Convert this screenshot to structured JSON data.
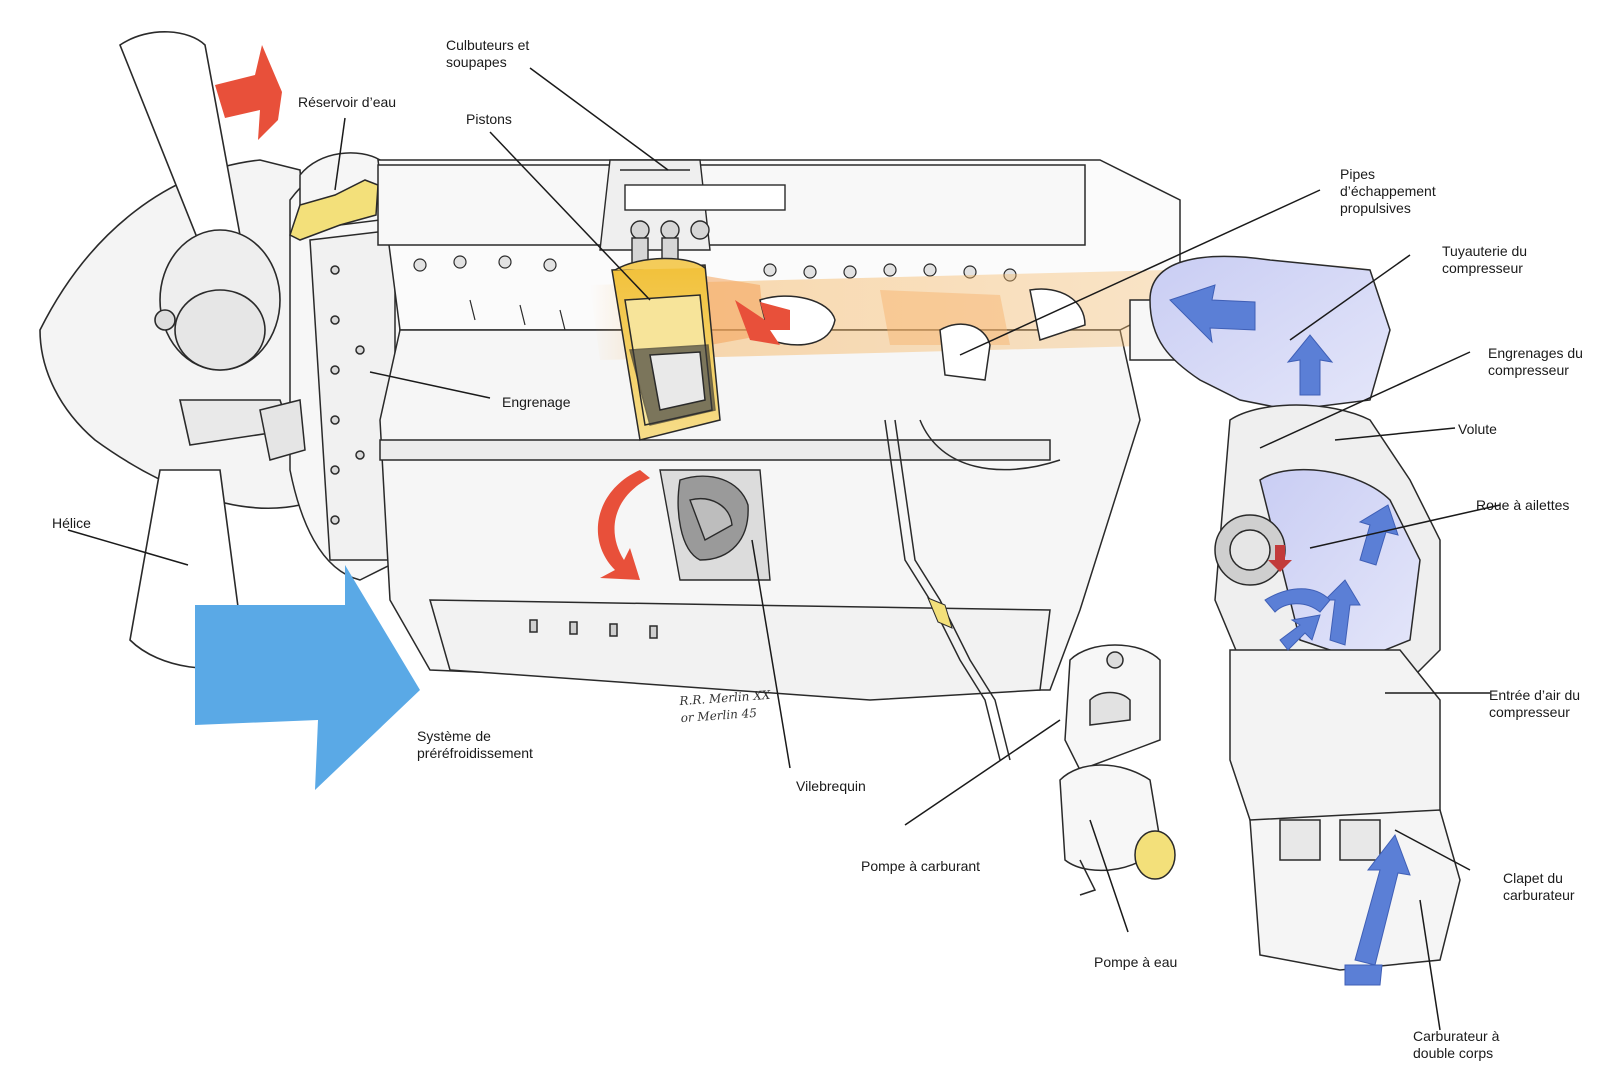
{
  "colors": {
    "hot_arrow": "#e8503a",
    "cool_arrow": "#5aa9e6",
    "intake_arrow": "#5b7fd6",
    "coolant": "#f3e07a",
    "exhaust_glow": "#f5b25a",
    "line_art": "#2a2a2a"
  },
  "labels": {
    "culbuteurs": [
      "Culbuteurs et",
      "soupapes"
    ],
    "reservoir": [
      "Réservoir d’eau"
    ],
    "pistons": [
      "Pistons"
    ],
    "pipes": [
      "Pipes",
      "d’échappement",
      "propulsives"
    ],
    "tuyauterie": [
      "Tuyauterie du",
      "compresseur"
    ],
    "engrenages_comp": [
      "Engrenages du",
      "compresseur"
    ],
    "volute": [
      "Volute"
    ],
    "engrenage": [
      "Engrenage"
    ],
    "roue": [
      "Roue à ailettes"
    ],
    "helice": [
      "Hélice"
    ],
    "entree": [
      "Entrée d’air du",
      "compresseur"
    ],
    "systeme": [
      "Système de",
      "préréfroidissement"
    ],
    "vilebrequin": [
      "Vilebrequin"
    ],
    "pompe_carb": [
      "Pompe à carburant"
    ],
    "clapet": [
      "Clapet du",
      "carburateur"
    ],
    "pompe_eau": [
      "Pompe à eau"
    ],
    "carburateur": [
      "Carburateur à",
      "double corps"
    ]
  },
  "signature": [
    "R.R. Merlin XX",
    "or Merlin 45"
  ]
}
